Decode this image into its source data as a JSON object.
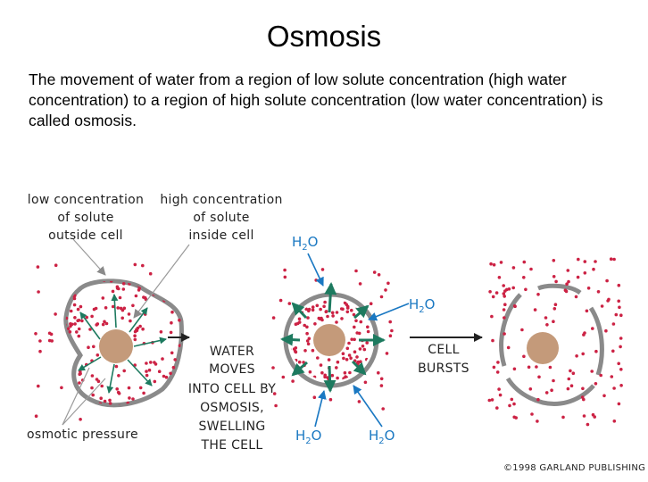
{
  "title": "Osmosis",
  "description": "The movement of water from a region of low solute concentration (high water concentration) to a region of high solute concentration (low water concentration) is called osmosis.",
  "figure": {
    "labels": {
      "low_conc": [
        "low concentration",
        "of solute",
        "outside cell"
      ],
      "high_conc": [
        "high concentration",
        "of solute",
        "inside cell"
      ],
      "osmotic_pressure": "osmotic pressure",
      "water_moves": [
        "WATER",
        "MOVES",
        "INTO CELL BY",
        "OSMOSIS,",
        "SWELLING",
        "THE CELL"
      ],
      "cell_bursts": [
        "CELL",
        "BURSTS"
      ],
      "copyright": "©1998 GARLAND PUBLISHING"
    },
    "water_label": {
      "main": "H",
      "sub": "2",
      "end": "O"
    },
    "colors": {
      "membrane": "#8a8a8a",
      "nucleus": "#c49a7a",
      "solute_dot": "#cc2244",
      "water_arrow": "#1d7a5f",
      "water_label": "#1a78c2",
      "label_line": "#9a9a9a"
    }
  }
}
